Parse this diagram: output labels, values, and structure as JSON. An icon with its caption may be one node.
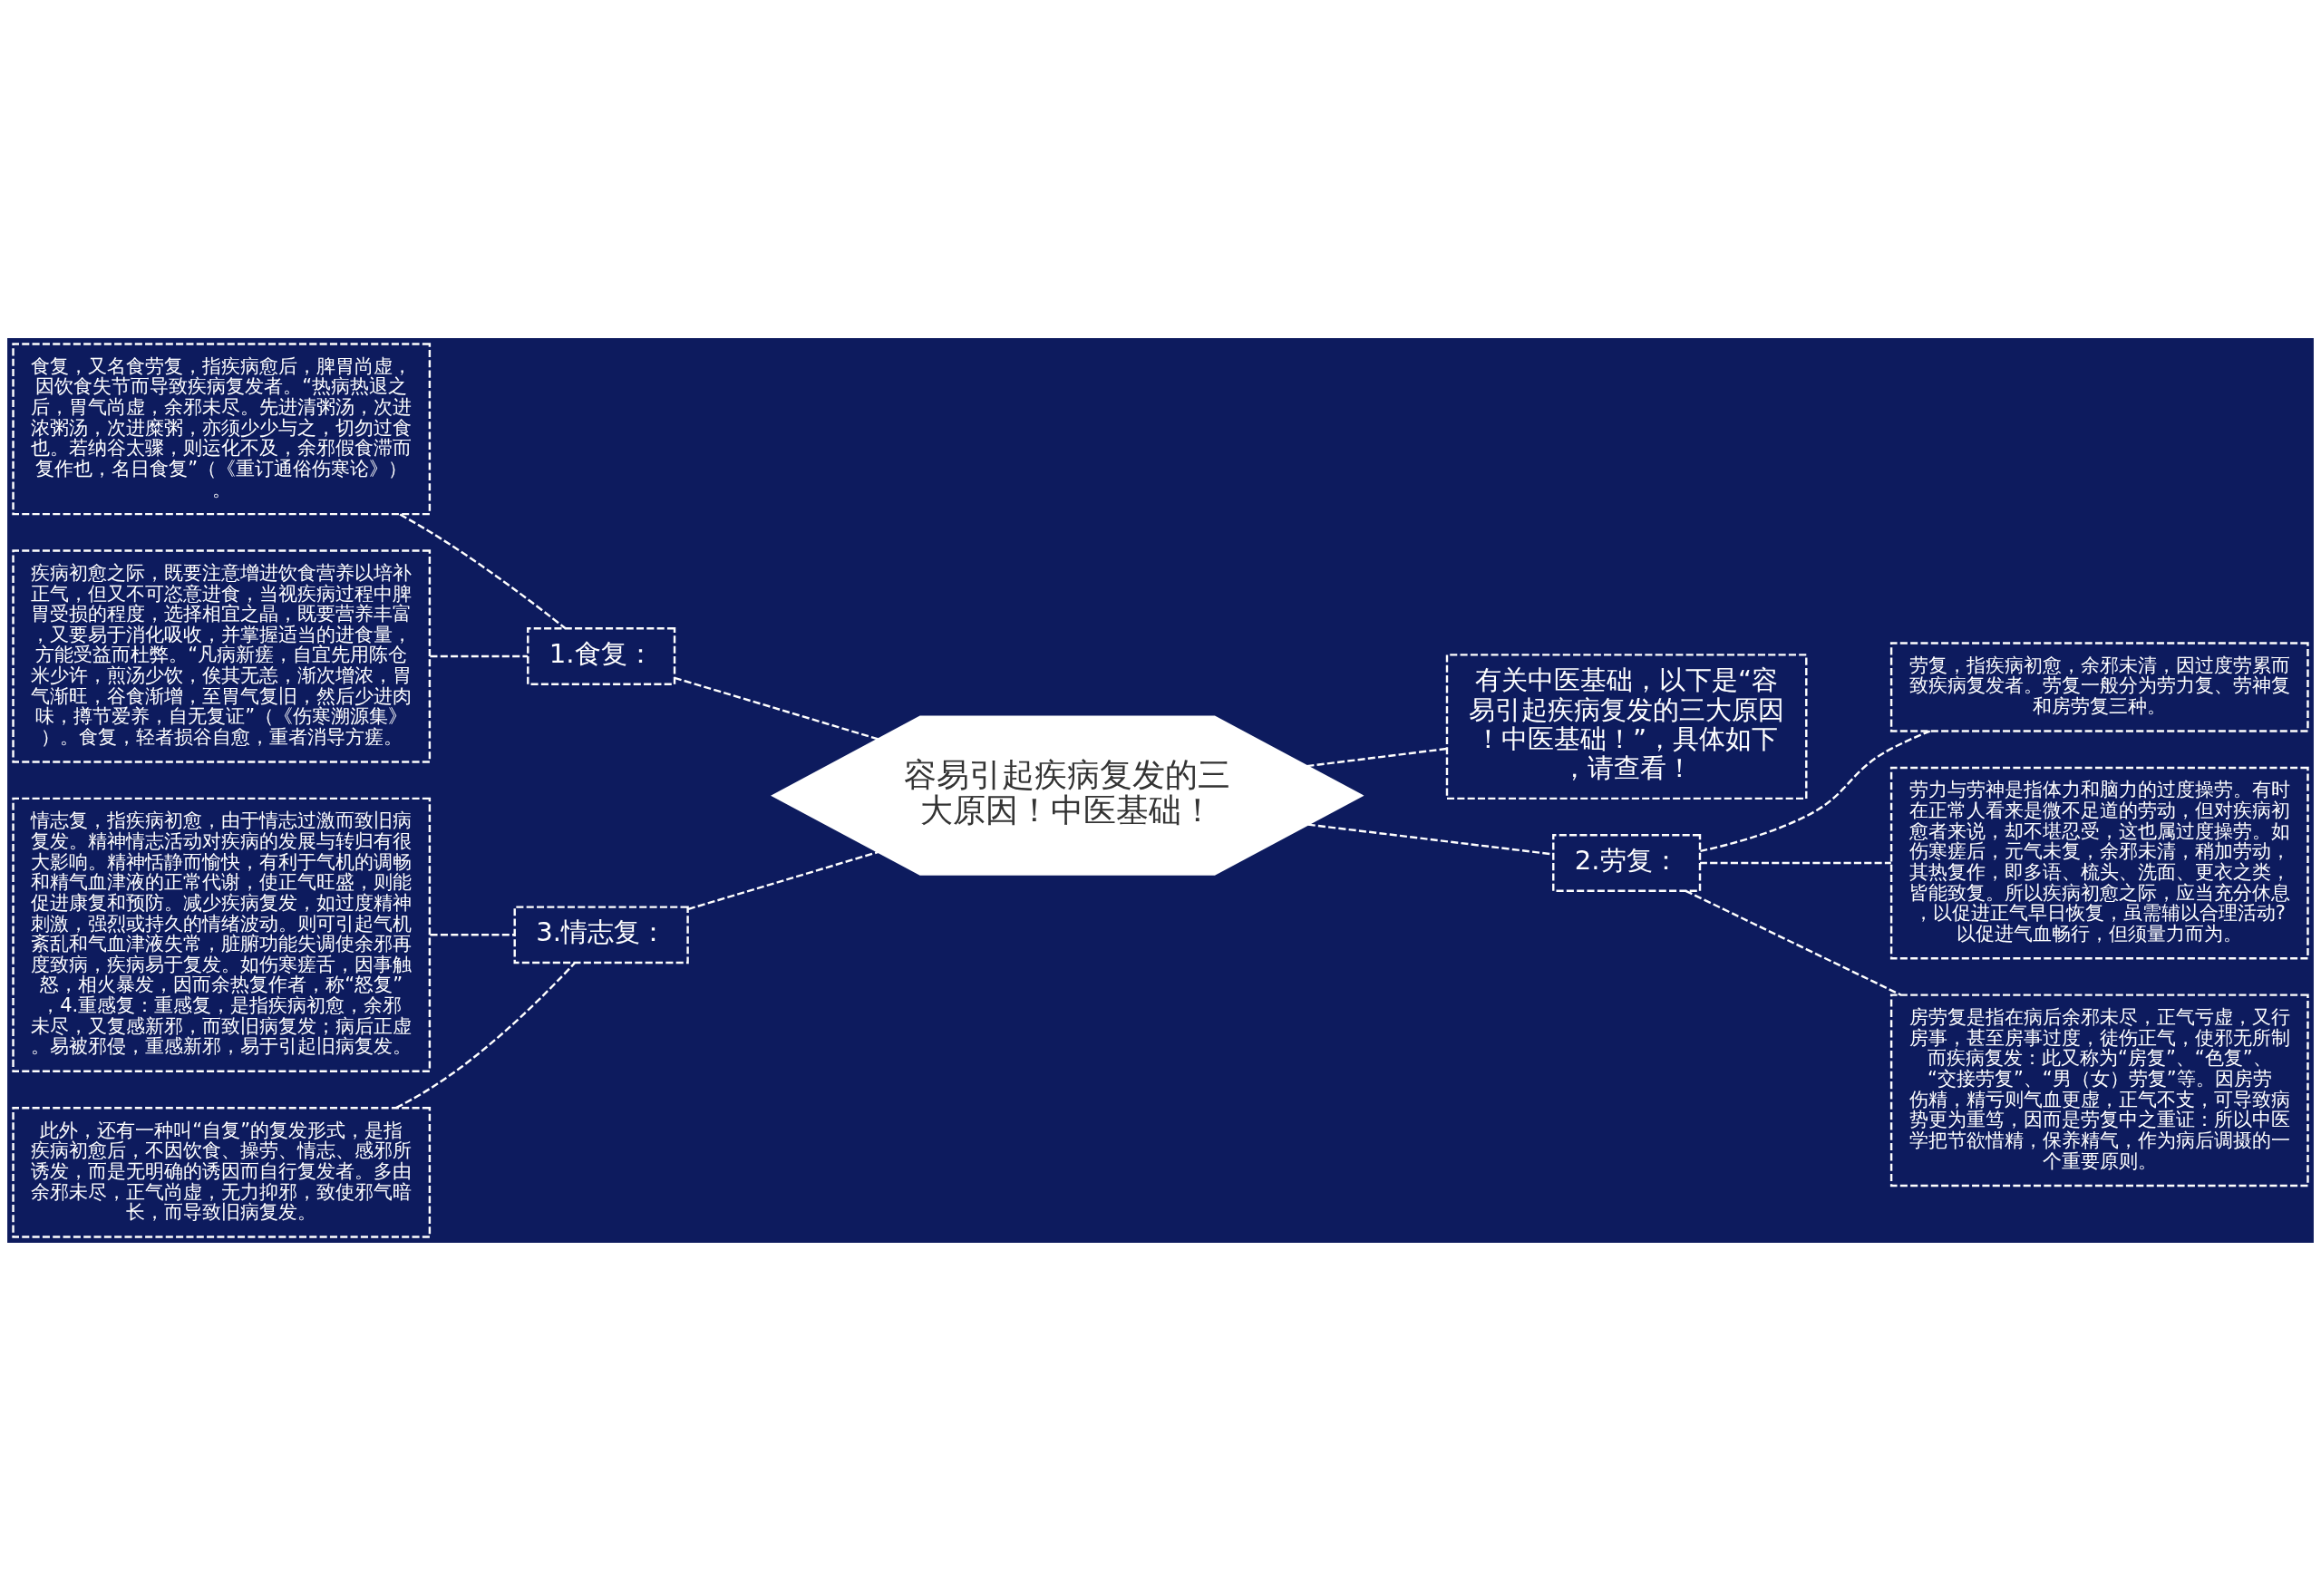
{
  "diagram": {
    "nodes": [
      {
        "text": [
          "容易引起疾病复发的三大原因！中医基础！"
        ]
      },
      {
        "text": [
          "1.食复："
        ]
      },
      {
        "text": [
          "食复，又名食劳复，指疾病愈后，脾胃尚虚，因饮食失节而导致疾病复发者。“热病热退之后，胃气尚虚，余邪未尽。先进清粥汤，次进浓粥汤，次进糜粥，亦须少少与之，切勿过食也。若纳谷太骤，则运化不及，余邪假食滞而复作也，名日食复”（《重订通俗伤寒论》）。"
        ]
      },
      {
        "text": [
          "疾病初愈之际，既要注意增进饮食营养以培补正气，但又不可恣意进食，当视疾病过程中脾胃受损的程度，选择相宜之晶，既要营养丰富，又要易于消化吸收，并掌握适当的进食量，方能受益而杜弊。“凡病新瘥，自宜先用陈仓米少许，煎汤少饮，俟其无恙，渐次增浓，胃气渐旺，谷食渐增，至胃气复旧，然后少进肉味，撙节爱养，自无复证”（《伤寒溯源集》）。食复，轻者损谷自愈，重者消导方瘥。"
        ]
      },
      {
        "text": [
          "3.情志复："
        ]
      },
      {
        "text": [
          "情志复，指疾病初愈，由于情志过激而致旧病复发。精神情志活动对疾病的发展与转归有很大影响。精神恬静而愉快，有利于气机的调畅和精气血津液的正常代谢，使正气旺盛，则能促进康复和预防。减少疾病复发，如过度精神刺激，强烈或持久的情绪波动。则可引起气机紊乱和气血津液失常，脏腑功能失调使余邪再度致病，疾病易于复发。如伤寒瘥舌，因事触怒，相火暴发，因而余热复作者，称“怒复”，4.重感复：重感复，是指疾病初愈，余邪未尽，又复感新邪，而致旧病复发；病后正虚。易被邪侵，重感新邪，易于引起旧病复发。"
        ]
      },
      {
        "text": [
          "此外，还有一种叫“自复”的复发形式，是指疾病初愈后，不因饮食、操劳、情志、感邪所诱发，而是无明确的诱因而自行复发者。多由余邪未尽，正气尚虚，无力抑邪，致使邪气暗长，而导致旧病复发。"
        ]
      },
      {
        "text": [
          "有关中医基础，以下是“容易引起疾病复发的三大原因！中医基础！”，具体如下，请查看！"
        ]
      },
      {
        "text": [
          "2.劳复："
        ]
      },
      {
        "text": [
          "劳复，指疾病初愈，余邪未清，因过度劳累而致疾病复发者。劳复一般分为劳力复、劳神复和房劳复三种。"
        ]
      },
      {
        "text": [
          "劳力与劳神是指体力和脑力的过度操劳。有时在正常人看来是微不足道的劳动，但对疾病初愈者来说，却不堪忍受，这也属过度操劳。如伤寒瘥后，元气未复，余邪未清，稍加劳动，其热复作，即多语、梳头、洗面、更衣之类，皆能致复。所以疾病初愈之际，应当充分休息，以促进正气早日恢复，虽需辅以合理活动?以促进气血畅行，但须量力而为。"
        ]
      },
      {
        "text": [
          "房劳复是指在病后余邪未尽，正气亏虚，又行房事，甚至房事过度，徒伤正气，使邪无所制而疾病复发：此又称为“房复”、“色复”、“交接劳复”、“男（女）劳复”等。因房劳伤精，精亏则气血更虚，正气不支，可导致病势更为重笃，因而是劳复中之重证：所以中医学把节欲惜精，保养精气，作为病后调摄的一个重要原则。"
        ]
      }
    ],
    "edges": [
      {
        "from": 1,
        "to": 0,
        "arrow": "none",
        "style": "dashed"
      },
      {
        "from": 2,
        "to": 1,
        "arrow": "none",
        "style": "dashed"
      },
      {
        "from": 3,
        "to": 1,
        "arrow": "none",
        "style": "dashed"
      },
      {
        "from": 4,
        "to": 0,
        "arrow": "none",
        "style": "dashed"
      },
      {
        "from": 5,
        "to": 4,
        "arrow": "none",
        "style": "dashed"
      },
      {
        "from": 6,
        "to": 4,
        "arrow": "none",
        "style": "dashed"
      },
      {
        "from": 0,
        "to": 7,
        "arrow": "none",
        "style": "dashed"
      },
      {
        "from": 0,
        "to": 8,
        "arrow": "none",
        "style": "dashed"
      },
      {
        "from": 8,
        "to": 9,
        "arrow": "none",
        "style": "dashed"
      },
      {
        "from": 8,
        "to": 10,
        "arrow": "none",
        "style": "dashed"
      },
      {
        "from": 8,
        "to": 11,
        "arrow": "none",
        "style": "dashed"
      }
    ]
  }
}
